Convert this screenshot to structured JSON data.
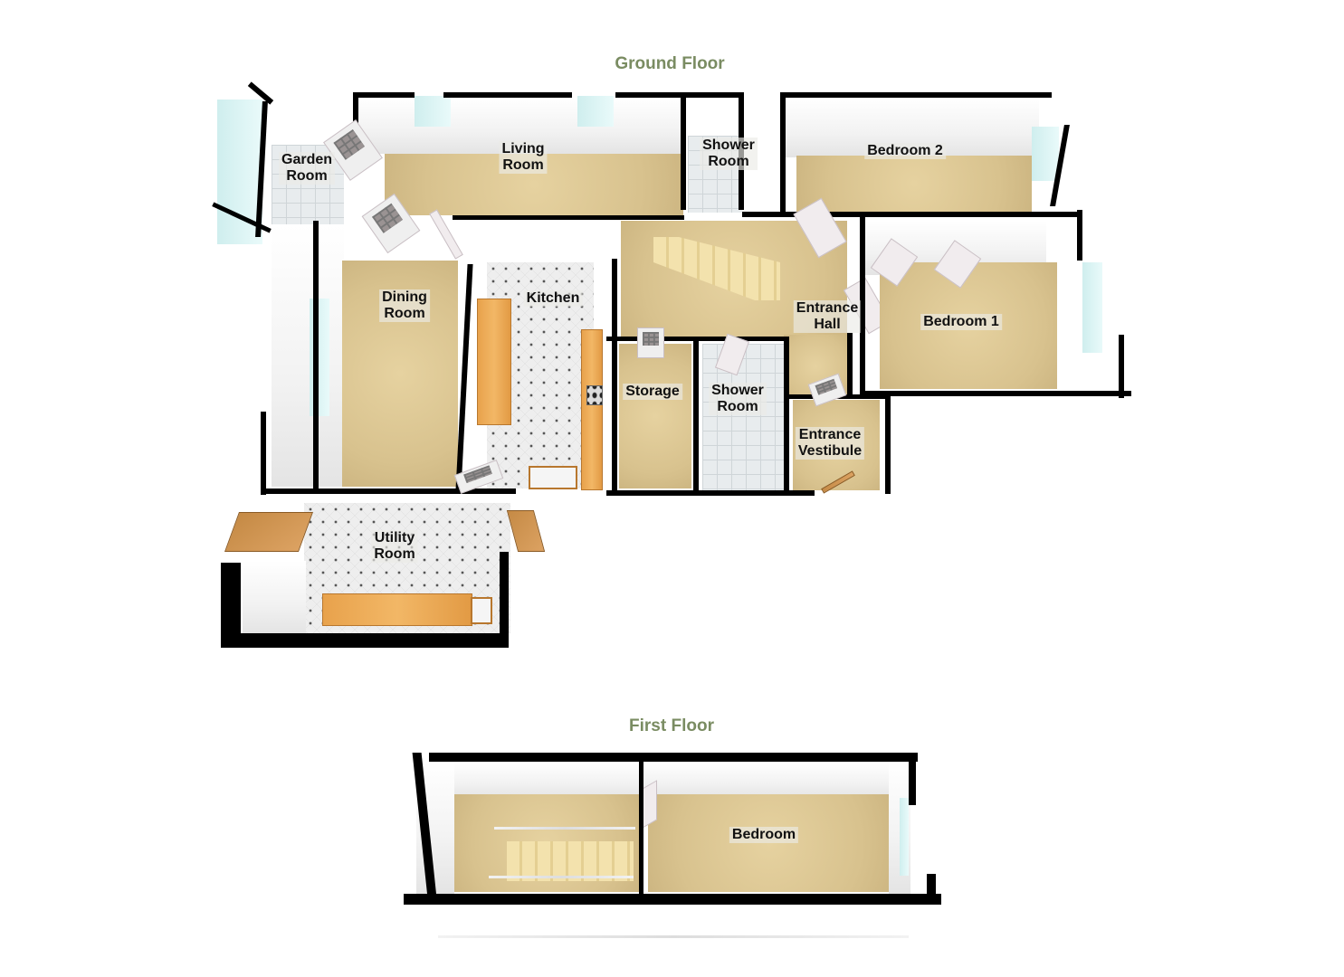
{
  "floors": [
    {
      "title": "Ground Floor",
      "rooms": [
        {
          "id": "garden-room",
          "label_line1": "Garden",
          "label_line2": "Room"
        },
        {
          "id": "living-room",
          "label_line1": "Living",
          "label_line2": "Room"
        },
        {
          "id": "shower-room-1",
          "label_line1": "Shower",
          "label_line2": "Room"
        },
        {
          "id": "bedroom-2",
          "label_line1": "Bedroom 2"
        },
        {
          "id": "dining-room",
          "label_line1": "Dining",
          "label_line2": "Room"
        },
        {
          "id": "kitchen",
          "label_line1": "Kitchen"
        },
        {
          "id": "entrance-hall",
          "label_line1": "Entrance",
          "label_line2": "Hall"
        },
        {
          "id": "bedroom-1",
          "label_line1": "Bedroom 1"
        },
        {
          "id": "storage",
          "label_line1": "Storage"
        },
        {
          "id": "shower-room-2",
          "label_line1": "Shower",
          "label_line2": "Room"
        },
        {
          "id": "entrance-vestibule",
          "label_line1": "Entrance",
          "label_line2": "Vestibule"
        },
        {
          "id": "utility-room",
          "label_line1": "Utility",
          "label_line2": "Room"
        }
      ]
    },
    {
      "title": "First Floor",
      "rooms": [
        {
          "id": "landing",
          "label_line1": ""
        },
        {
          "id": "bedroom",
          "label_line1": "Bedroom"
        }
      ]
    }
  ],
  "colors": {
    "title_green": "#7a8c62",
    "carpet": "#d8c28e",
    "wall": "#000000",
    "worktop": "#f2b766",
    "glass": "#cfeeee"
  }
}
